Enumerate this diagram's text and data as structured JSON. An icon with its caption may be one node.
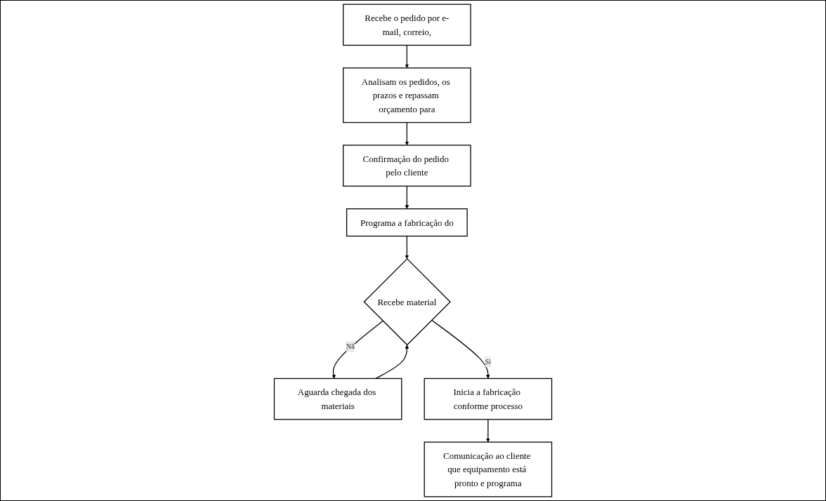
{
  "diagram": {
    "nodes": [
      {
        "text": [
          "Recebe o pedido por e-mail, correio,"
        ]
      },
      {
        "text": [
          "Analisam os pedidos, os prazos e repassam orçamento para"
        ]
      },
      {
        "text": [
          "Confirmação do pedido pelo cliente"
        ]
      },
      {
        "text": [
          "Programa a fabricação do"
        ]
      },
      {
        "text": [
          "Recebe material"
        ]
      },
      {
        "text": [
          "Aguarda chegada dos materiais"
        ]
      },
      {
        "text": [
          "Inicia a fabricação conforme processo"
        ]
      },
      {
        "text": [
          "Comunicação ao cliente que equipamento está pronto e programa"
        ]
      }
    ],
    "edges": [
      {
        "from": 0,
        "to": 1,
        "arrow": "to"
      },
      {
        "from": 1,
        "to": 2,
        "arrow": "to"
      },
      {
        "from": 2,
        "to": 3,
        "arrow": "to"
      },
      {
        "from": 3,
        "to": 4,
        "arrow": "to"
      },
      {
        "from": 4,
        "to": 5,
        "label": "Nã",
        "arrow": "to"
      },
      {
        "from": 4,
        "to": 6,
        "label": "Si",
        "arrow": "to"
      },
      {
        "from": 5,
        "to": 4,
        "arrow": "to"
      },
      {
        "from": 6,
        "to": 7,
        "arrow": "to"
      }
    ]
  }
}
